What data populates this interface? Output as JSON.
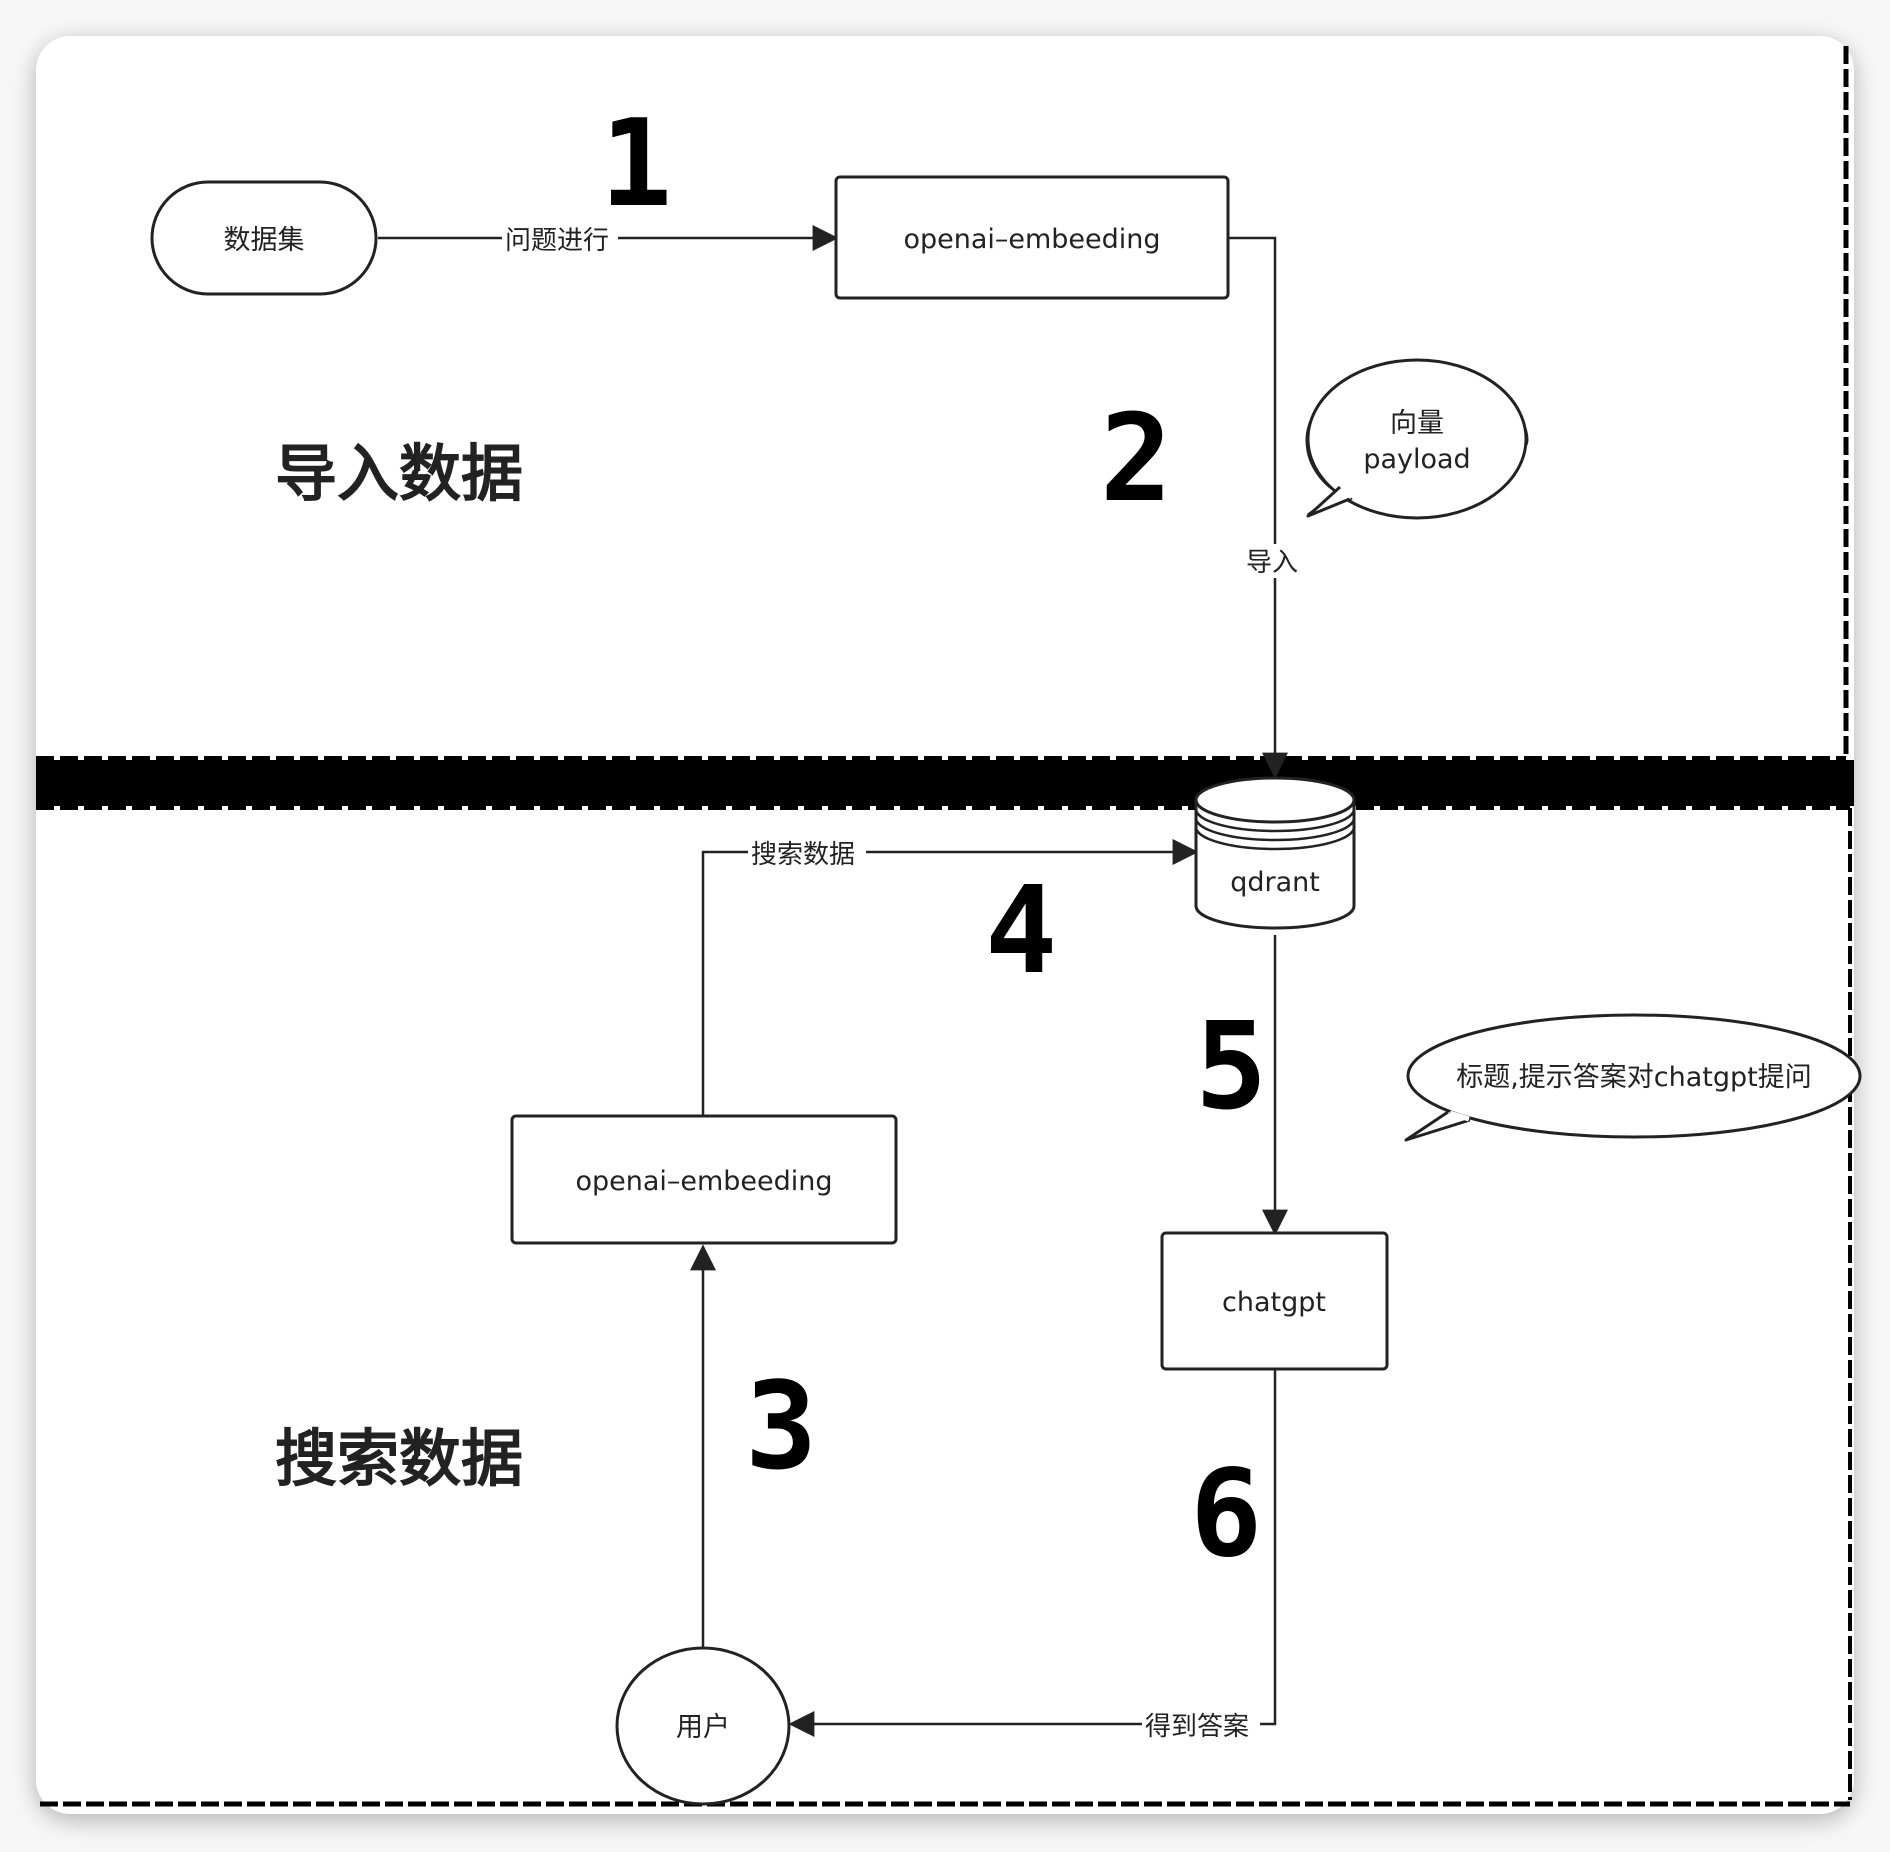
{
  "sections": {
    "import_title": "导入数据",
    "search_title": "搜索数据"
  },
  "nodes": {
    "dataset": "数据集",
    "embedding_top": "openai–embeeding",
    "qdrant": "qdrant",
    "embedding_bottom": "openai–embeeding",
    "chatgpt": "chatgpt",
    "user": "用户"
  },
  "edges": {
    "question": "问题进行",
    "import": "导入",
    "search": "搜索数据",
    "answer": "得到答案"
  },
  "bubbles": {
    "vector_line1": "向量",
    "vector_line2": "payload",
    "prompt": "标题,提示答案对chatgpt提问"
  },
  "steps": [
    "1",
    "2",
    "3",
    "4",
    "5",
    "6"
  ]
}
